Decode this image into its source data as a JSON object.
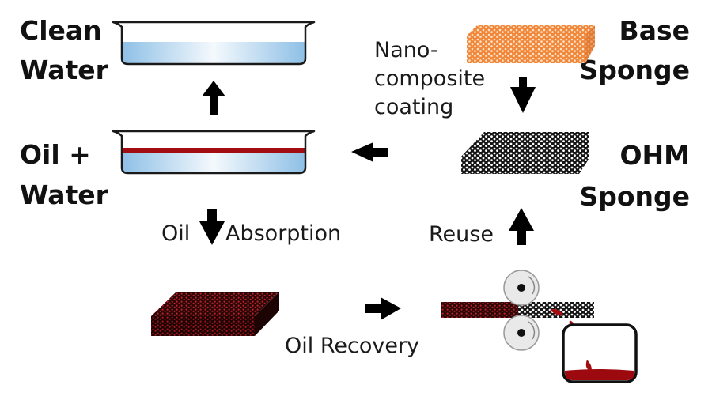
{
  "title": "OHM sponge oil-water separation cycle",
  "labels": {
    "clean_water": [
      "Clean",
      "Water"
    ],
    "oil_water": [
      "Oil +",
      "Water"
    ],
    "base_sponge": [
      "Base",
      "Sponge"
    ],
    "ohm_sponge": [
      "OHM",
      "Sponge"
    ],
    "coating": [
      "Nano-",
      "composite",
      "coating"
    ],
    "oil_absorption_left": "Oil",
    "oil_absorption_right": "Absorption",
    "reuse": "Reuse",
    "oil_recovery": "Oil Recovery"
  },
  "icons": {
    "arrow_up_clean": "arrow-up-icon",
    "arrow_left_to_dish": "arrow-left-icon",
    "arrow_down_coating": "arrow-down-icon",
    "arrow_down_absorption": "arrow-down-icon",
    "arrow_up_reuse": "arrow-up-icon",
    "arrow_right_recovery": "arrow-right-icon"
  },
  "colors": {
    "water": "#7fb6e0",
    "oil": "#a30d12",
    "base_sponge": "#f08a3c",
    "ohm_sponge": "#1a1a1a",
    "soaked_sponge": "#3a1010",
    "roller": "#e6e6e6"
  }
}
